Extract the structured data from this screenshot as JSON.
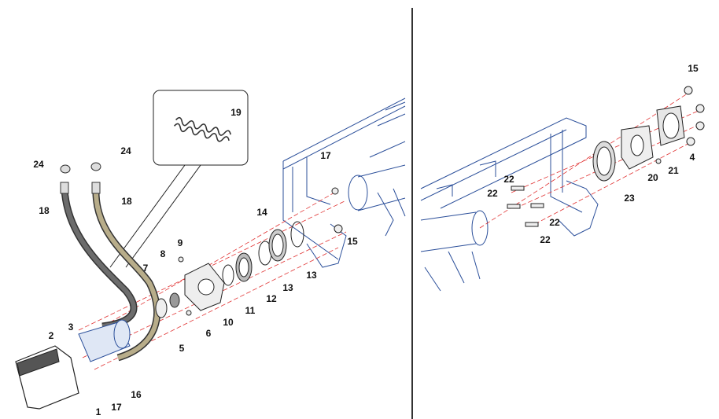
{
  "left_view": {
    "callouts": [
      "19",
      "24",
      "24",
      "18",
      "18",
      "17",
      "14",
      "15",
      "9",
      "8",
      "7",
      "13",
      "13",
      "12",
      "11",
      "10",
      "6",
      "5",
      "3",
      "2",
      "16",
      "17",
      "1"
    ]
  },
  "right_view": {
    "callouts": [
      "15",
      "4",
      "21",
      "20",
      "23",
      "22",
      "22",
      "22",
      "22"
    ]
  },
  "colors": {
    "frame": "#2b4f9a",
    "centerline": "#e03030",
    "hose": "#b8ad8a",
    "hose_dark": "#6c6c6c"
  }
}
